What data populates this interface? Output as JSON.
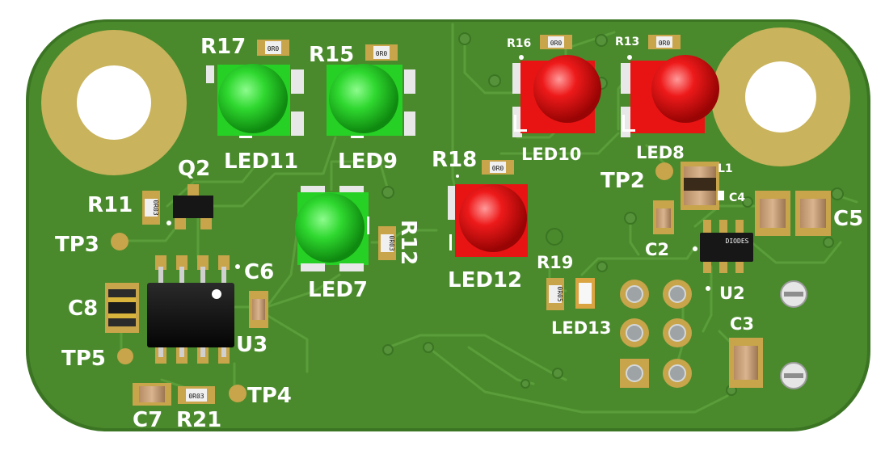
{
  "colors": {
    "board": "#4a8a2c",
    "board_edge": "#3b7523",
    "trace": "#5a9a3c",
    "pad": "#c8a44a",
    "mount_ring": "#c9b35c",
    "led_green": "#2fd82f",
    "led_red": "#e81414",
    "silkscreen": "#ffffff"
  },
  "labels": {
    "r17": "R17",
    "r15": "R15",
    "r16": "R16",
    "r13": "R13",
    "led11": "LED11",
    "led9": "LED9",
    "led10": "LED10",
    "led8": "LED8",
    "q2": "Q2",
    "r11": "R11",
    "tp3": "TP3",
    "tp2": "TP2",
    "r18": "R18",
    "l1": "L1",
    "c4": "C4",
    "c5": "C5",
    "r12": "R12",
    "led7": "LED7",
    "c6": "C6",
    "c8": "C8",
    "led12": "LED12",
    "r19": "R19",
    "c2": "C2",
    "u2": "U2",
    "led13": "LED13",
    "c3": "C3",
    "tp5": "TP5",
    "u3": "U3",
    "tp4": "TP4",
    "c7": "C7",
    "r21": "R21"
  },
  "chip_marks": {
    "r17_code": "0R0",
    "r15_code": "0R0",
    "r16_code": "0R0",
    "r13_code": "0R0",
    "r18_code": "0R0",
    "r11_code": "0R03",
    "r12_code": "0R03",
    "r19_code": "0R05",
    "r21_code": "0R03",
    "u2_brand": "DIODES"
  }
}
